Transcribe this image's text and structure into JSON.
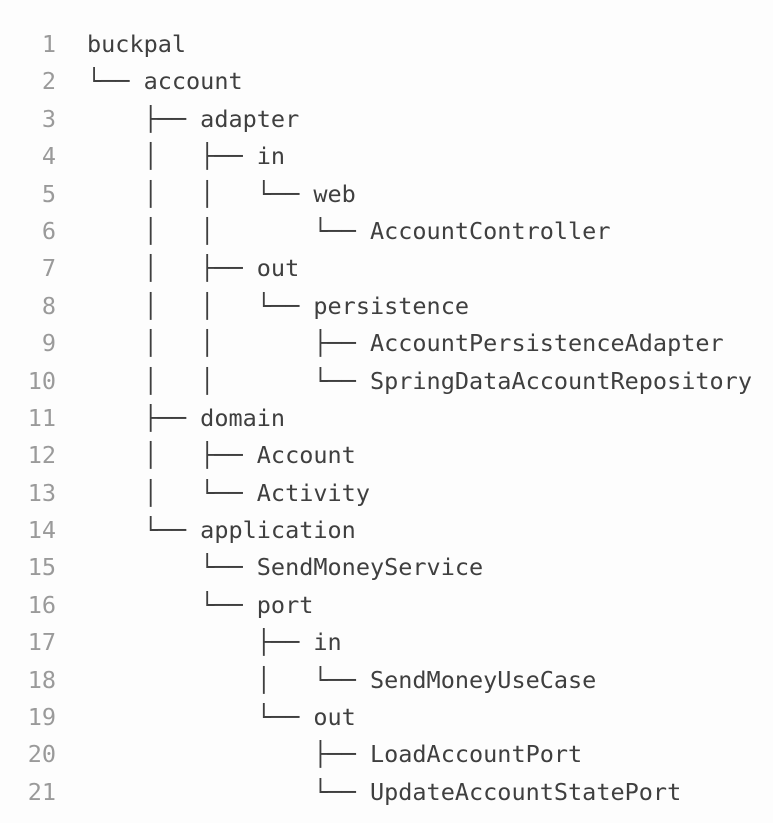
{
  "listing": {
    "lines": [
      {
        "num": "1",
        "text": "buckpal"
      },
      {
        "num": "2",
        "text": "└── account"
      },
      {
        "num": "3",
        "text": "    ├── adapter"
      },
      {
        "num": "4",
        "text": "    │   ├── in"
      },
      {
        "num": "5",
        "text": "    │   │   └── web"
      },
      {
        "num": "6",
        "text": "    │   │       └── AccountController"
      },
      {
        "num": "7",
        "text": "    │   ├── out"
      },
      {
        "num": "8",
        "text": "    │   │   └── persistence"
      },
      {
        "num": "9",
        "text": "    │   │       ├── AccountPersistenceAdapter"
      },
      {
        "num": "10",
        "text": "    │   │       └── SpringDataAccountRepository"
      },
      {
        "num": "11",
        "text": "    ├── domain"
      },
      {
        "num": "12",
        "text": "    │   ├── Account"
      },
      {
        "num": "13",
        "text": "    │   └── Activity"
      },
      {
        "num": "14",
        "text": "    └── application"
      },
      {
        "num": "15",
        "text": "        └── SendMoneyService"
      },
      {
        "num": "16",
        "text": "        └── port"
      },
      {
        "num": "17",
        "text": "            ├── in"
      },
      {
        "num": "18",
        "text": "            │   └── SendMoneyUseCase"
      },
      {
        "num": "19",
        "text": "            └── out"
      },
      {
        "num": "20",
        "text": "                ├── LoadAccountPort"
      },
      {
        "num": "21",
        "text": "                └── UpdateAccountStatePort"
      }
    ],
    "colors": {
      "line_number": "#9a9a9a",
      "text": "#3f3f3f",
      "background": "#fdfdfd"
    }
  }
}
